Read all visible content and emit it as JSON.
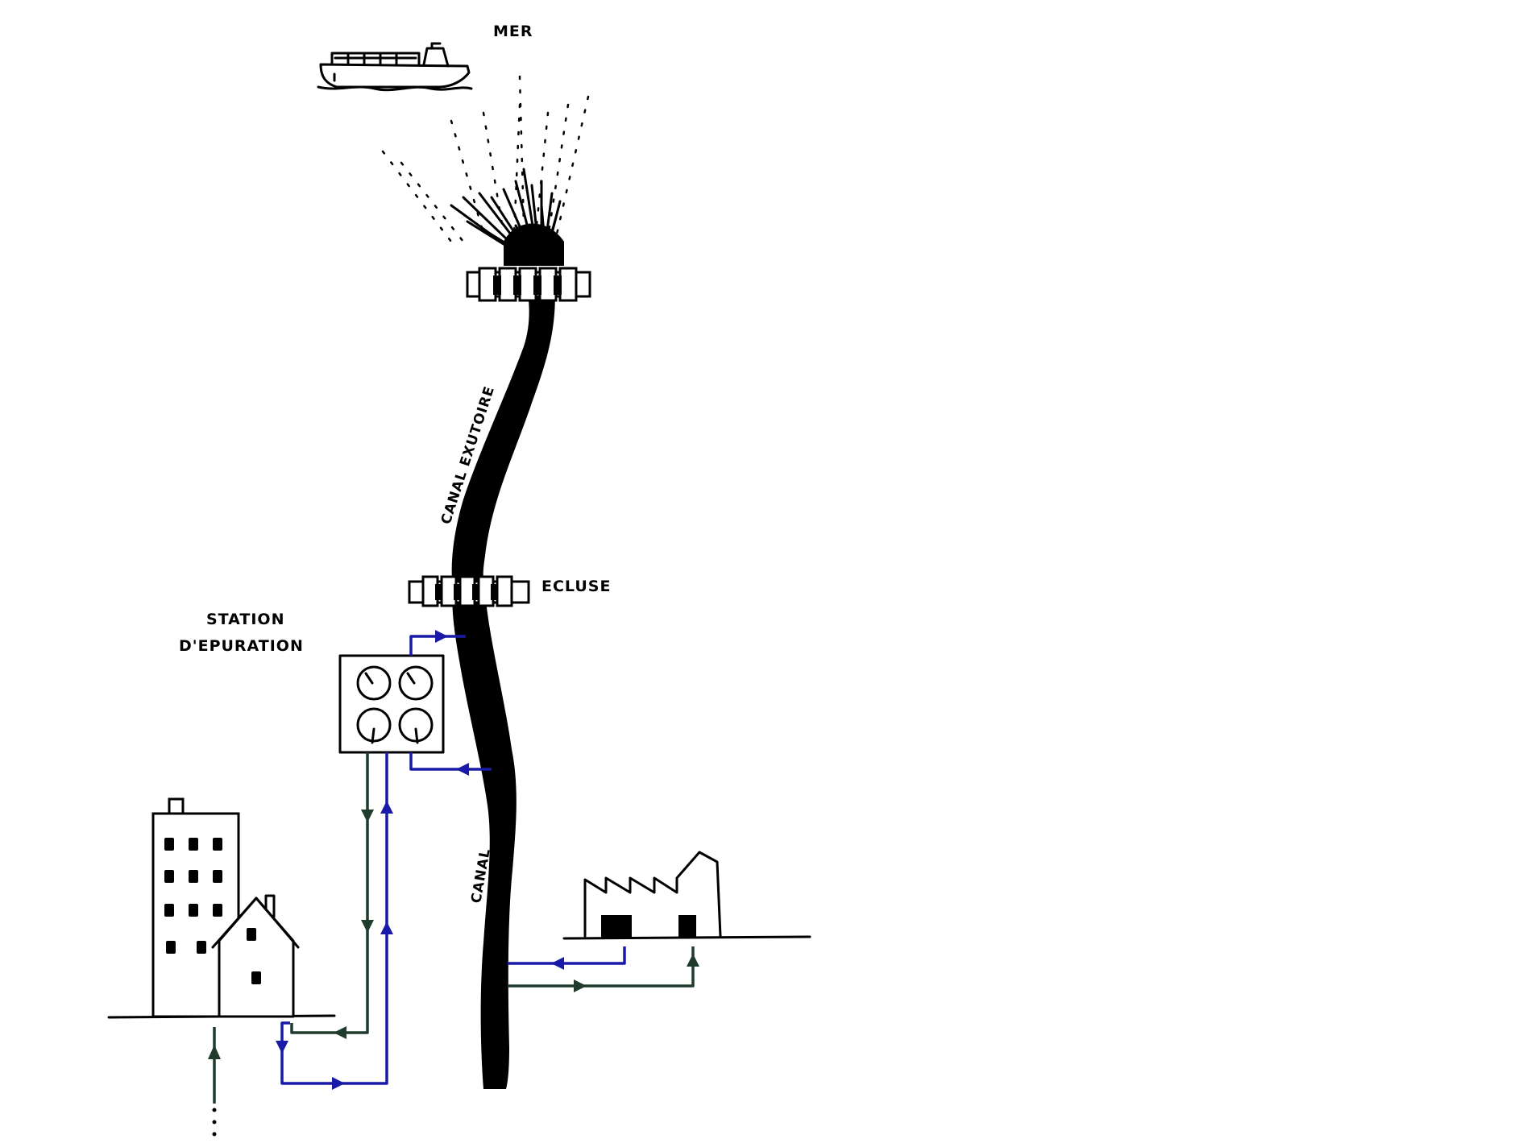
{
  "labels": {
    "sea": "MER",
    "outlet_canal": "CANAL EXUTOIRE",
    "lock": "ECLUSE",
    "treatment_station_line1": "STATION",
    "treatment_station_line2": "D'EPURATION",
    "canal": "CANAL"
  },
  "colors": {
    "ink": "#000000",
    "outflow_pipe": "#1a1aa8",
    "return_pipe": "#1f3b2c",
    "background": "#ffffff"
  },
  "icons": [
    "ship-icon",
    "lock-gate-icon",
    "treatment-station-icon",
    "apartment-building-icon",
    "house-icon",
    "factory-icon"
  ]
}
